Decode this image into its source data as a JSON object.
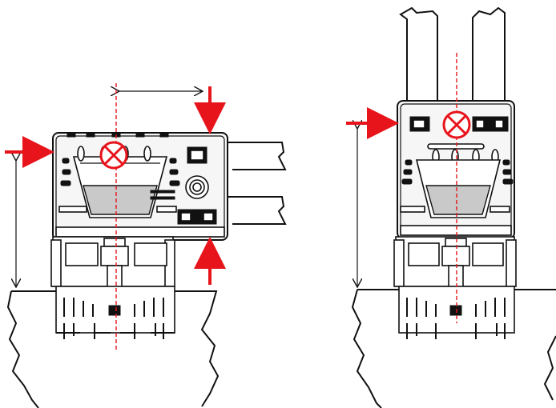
{
  "colors": {
    "line": "#111111",
    "arrow": "#e8141b",
    "marker": "#e8141b",
    "fill_light": "#f6f6f6",
    "fill_gray": "#c9c9c9"
  },
  "icons": [
    "prohibited-x-icon",
    "force-arrow-icon",
    "dimension-arrow-icon"
  ],
  "views": [
    {
      "id": "left",
      "orientation": "horizontal-cables",
      "marker": "prohibited"
    },
    {
      "id": "right",
      "orientation": "vertical-cables",
      "marker": "prohibited"
    }
  ]
}
